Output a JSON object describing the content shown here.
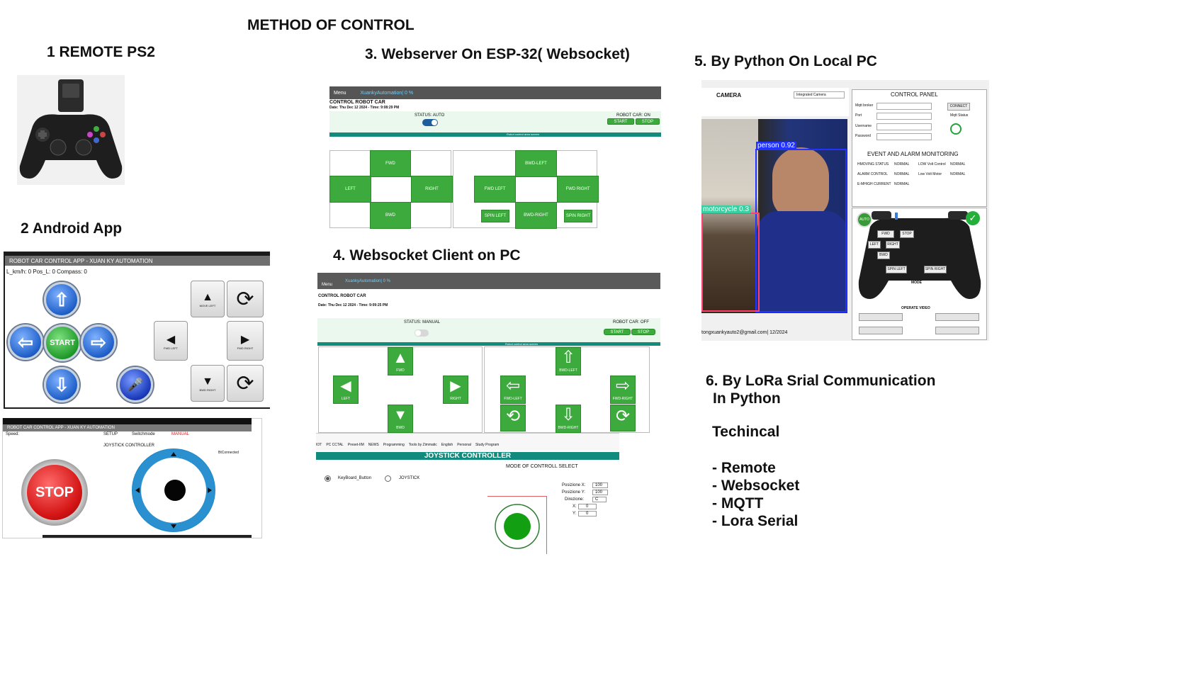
{
  "headings": {
    "main": "METHOD OF CONTROL",
    "ps2": "1  REMOTE PS2",
    "android": "2 Android App",
    "webserver": "3. Webserver On ESP-32( Websocket)",
    "ws_client": "4. Websocket Client on PC",
    "python": "5. By Python On Local PC",
    "lora_line1": "6. By LoRa Srial Communication",
    "lora_line2": "In Python",
    "technical": "Techincal",
    "tech_items": [
      "- Remote",
      "- Websocket",
      "- MQTT",
      "- Lora Serial"
    ]
  },
  "android": {
    "title_bar": "ROBOT CAR CONTROL APP - XUAN KY AUTOMATION",
    "status_line": "L_km/h: 0 Pos_L: 0 Compass: 0",
    "start_label": "START",
    "small_labels": [
      "MOVE LEFT",
      "FWD LEFT",
      "FWD RIGHT",
      "BWD RIGHT"
    ],
    "title_bar2": "ROBOT CAR CONTROL APP - XUAN KY AUTOMATION",
    "tabs": [
      "SETUP",
      "Switchmode",
      "MANUAL"
    ],
    "speed_label": "Speed:",
    "joystick_title": "JOYSTICK CONTROLLER",
    "stop_label": "STOP",
    "mode_note": "BtConnected"
  },
  "webserver": {
    "menu": "Menu",
    "brand": "XuankyAutomation| 0 %",
    "title": "CONTROL ROBOT CAR",
    "date": "Date: Thu Dec 12 2024 - Time: 9:08:29 PM",
    "status": "STATUS: AUTO",
    "robot_state": "ROBOT CAR: ON",
    "start": "START",
    "stop": "STOP",
    "teal_text": "Robot control area screen",
    "buttons": [
      "FWD",
      "BWD-LEFT",
      "LEFT",
      "RIGHT",
      "FWD LEFT",
      "FWD RIGHT",
      "BWD",
      "SPIN LEFT",
      "BWD-RIGHT",
      "SPIN RIGHT"
    ]
  },
  "ws_client": {
    "menu": "Menu",
    "brand": "XuankyAutomation| 0 %",
    "title": "CONTROL ROBOT CAR",
    "date": "Date: Thu Dec 12 2024 - Time: 9:09:25 PM",
    "status": "STATUS: MANUAL",
    "robot_state": "ROBOT CAR: OFF",
    "start": "START",
    "stop": "STOP",
    "teal_text": "Robot control area screen",
    "grid_labels": [
      "FWD",
      "BWD-LEFT",
      "LEFT",
      "RIGHT",
      "FWD-LEFT",
      "FWD-RIGHT",
      "BWD",
      "BWD-RIGHT"
    ],
    "bookmarks": [
      "IOT",
      "PC CCTAL",
      "Preset-IIM",
      "NEWS",
      "Programming",
      "Tools by Zimmatic",
      "English",
      "Personal",
      "Study Program"
    ],
    "joystick_bar": "JOYSTICK CONTROLLER",
    "mode_select": "MODE OF CONTROLL SELECT",
    "radio_keyboard": "KeyBoard_Button",
    "radio_joystick": "JOYSTICK",
    "pos_x_label": "Posizione X:",
    "pos_x_value": "100",
    "pos_y_label": "Posizione Y:",
    "pos_y_value": "100",
    "dir_label": "Direzione:",
    "dir_value": "C",
    "x_label": "X:",
    "x_value": "0",
    "y_label": "Y:",
    "y_value": "0"
  },
  "python": {
    "camera_label": "CAMERA",
    "camera_select": "Integrated Camera",
    "panel_title": "CONTROL PANEL",
    "fields": [
      "Mqtt broker",
      "Port",
      "Username",
      "Password"
    ],
    "connect": "CONNECT",
    "mqtt_status": "Mqtt Status",
    "event_title": "EVENT AND ALARM MONITORING",
    "events": [
      [
        "HMOVING STATUS",
        "NORMAL"
      ],
      [
        "LOW Volt Control",
        "NORMAL"
      ],
      [
        "ALARM CONTROL",
        "NORMAL"
      ],
      [
        "Low Volt Motor",
        "NORMAL"
      ],
      [
        "E-MHIGH CURRENT",
        "NORMAL"
      ]
    ],
    "detect_person": "person  0.92",
    "detect_moto": "motorcycle  0.3",
    "mode_label": "MODE",
    "operate_video": "OPERATE VIDEO",
    "footer_email": "tongxuankyauto2@gmail.com| 12/2024",
    "ps2_labels": [
      "FWD",
      "LEFT",
      "RIGHT",
      "BWD",
      "SPIN LEFT",
      "SPIN RIGHT",
      "STOP"
    ],
    "auto_badge": "AUTO"
  }
}
